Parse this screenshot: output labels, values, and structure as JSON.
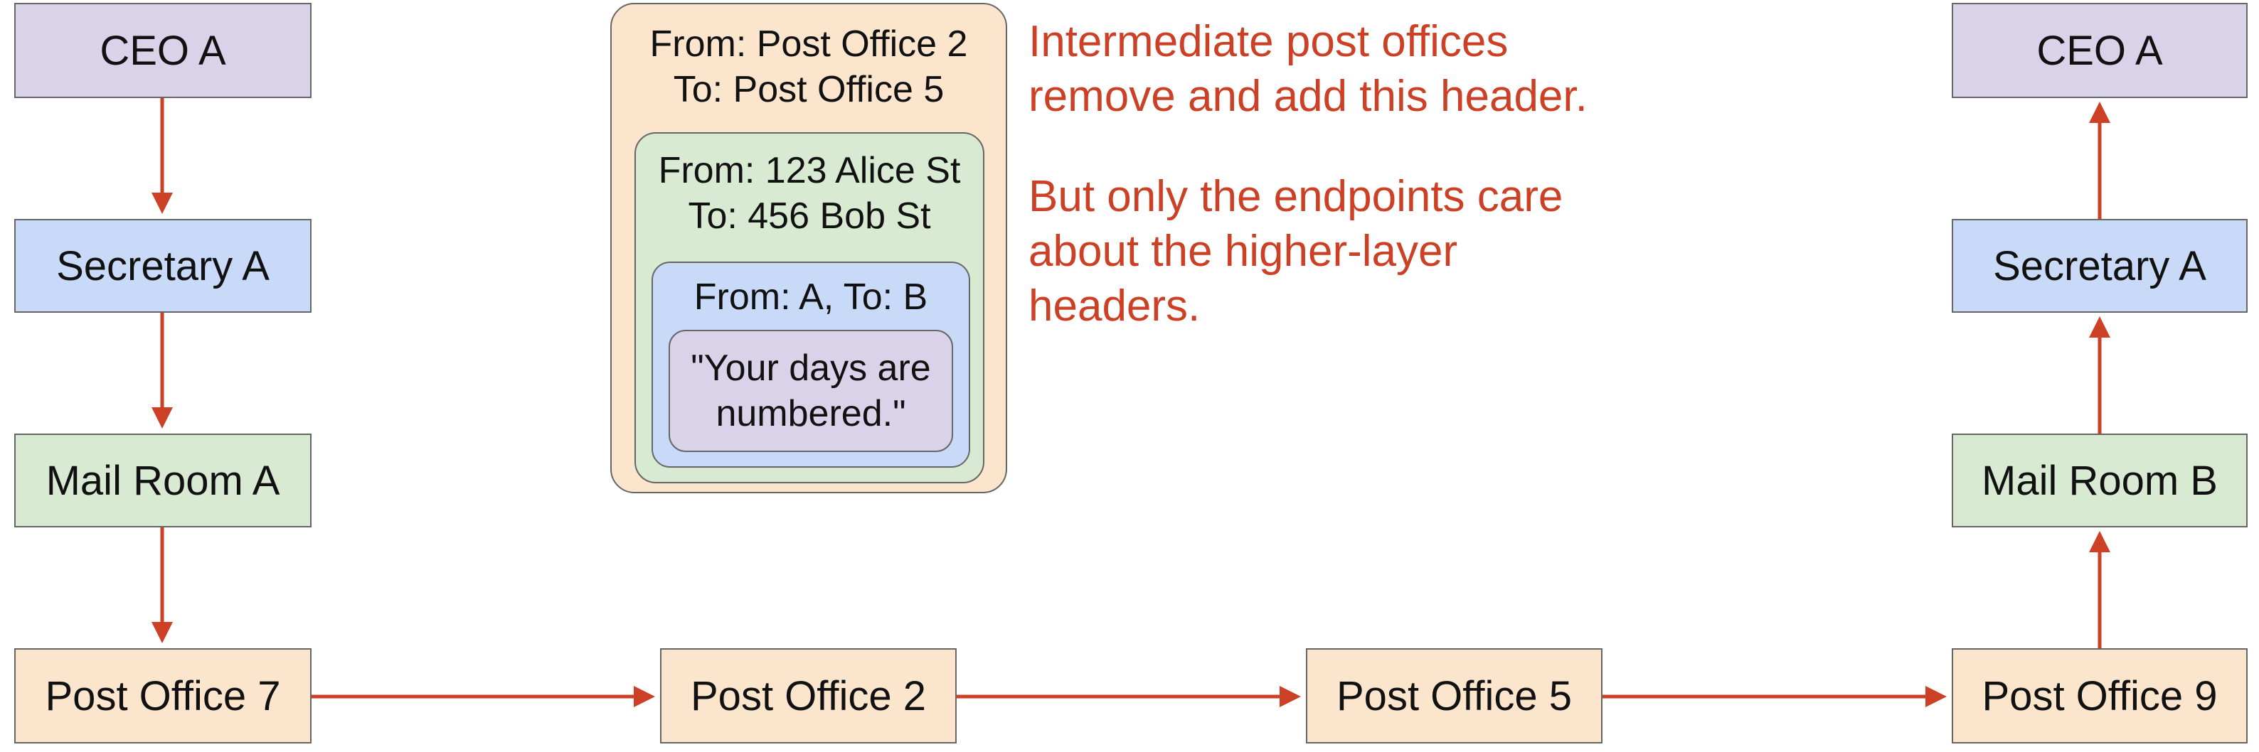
{
  "left_stack": {
    "ceo": "CEO A",
    "secretary": "Secretary A",
    "mail_room": "Mail Room A",
    "post_office": "Post Office 7"
  },
  "right_stack": {
    "ceo": "CEO A",
    "secretary": "Secretary A",
    "mail_room": "Mail Room B",
    "post_office": "Post Office 9"
  },
  "middle_post_offices": [
    "Post Office 2",
    "Post Office 5"
  ],
  "packet": {
    "postal_header": [
      "From: Post Office 2",
      "To: Post Office 5"
    ],
    "address_header": [
      "From: 123 Alice St",
      "To: 456 Bob St"
    ],
    "person_header": "From: A, To: B",
    "message": [
      "\"Your days are",
      "numbered.\""
    ]
  },
  "notes": {
    "line1": [
      "Intermediate post offices",
      "remove and add this header."
    ],
    "line2": [
      "But only the endpoints care",
      "about the higher-layer",
      "headers."
    ]
  },
  "colors": {
    "arrow": "#cc4125",
    "note": "#cc4125",
    "ceo": "#d9d2e9",
    "secretary": "#c9daf8",
    "mail_room": "#d9ead3",
    "post_office": "#fce5cd"
  }
}
